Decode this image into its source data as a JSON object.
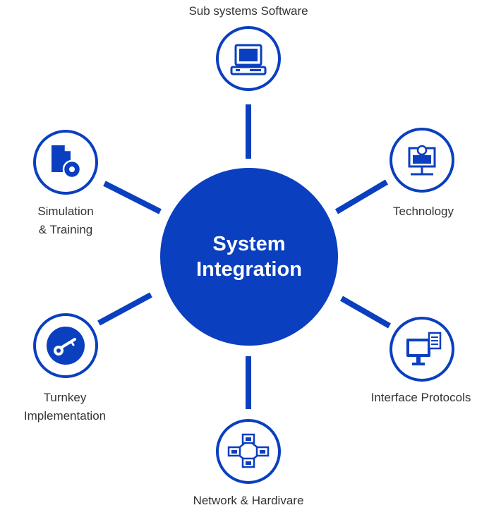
{
  "colors": {
    "primary": "#0a3fbf",
    "text": "#333333",
    "background": "#ffffff"
  },
  "center": {
    "title": "System\nIntegration"
  },
  "nodes": [
    {
      "key": "subsystems",
      "label": "Sub systems Software",
      "icon": "computer-terminal-icon"
    },
    {
      "key": "technology",
      "label": "Technology",
      "icon": "presenter-screen-icon"
    },
    {
      "key": "interface",
      "label": "Interface Protocols",
      "icon": "monitor-document-icon"
    },
    {
      "key": "network",
      "label": "Network & Hardivare",
      "icon": "network-nodes-icon"
    },
    {
      "key": "turnkey",
      "label": "Turnkey\nImplementation",
      "icon": "key-icon"
    },
    {
      "key": "simulation",
      "label": "Simulation\n& Training",
      "icon": "document-disc-icon"
    }
  ]
}
